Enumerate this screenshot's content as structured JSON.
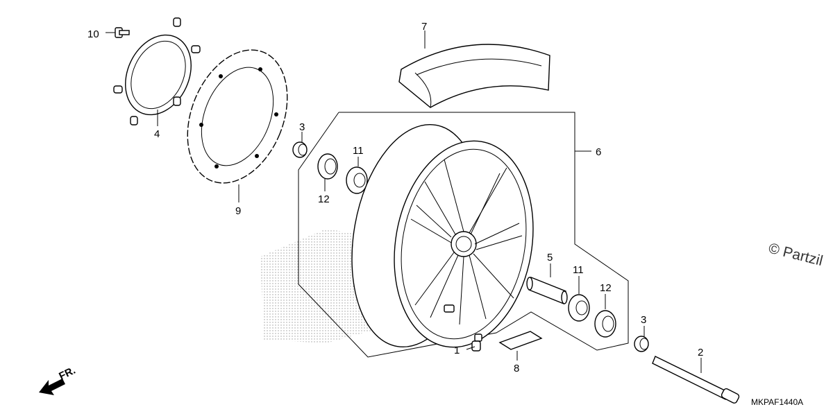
{
  "diagram": {
    "callouts": {
      "c1": "1",
      "c2": "2",
      "c3a": "3",
      "c3b": "3",
      "c4": "4",
      "c5": "5",
      "c6": "6",
      "c7": "7",
      "c8": "8",
      "c9": "9",
      "c10": "10",
      "c11a": "11",
      "c11b": "11",
      "c12a": "12",
      "c12b": "12"
    },
    "direction_label": "FR.",
    "diagram_code": "MKPAF1440A",
    "watermark": "© Partzil"
  }
}
